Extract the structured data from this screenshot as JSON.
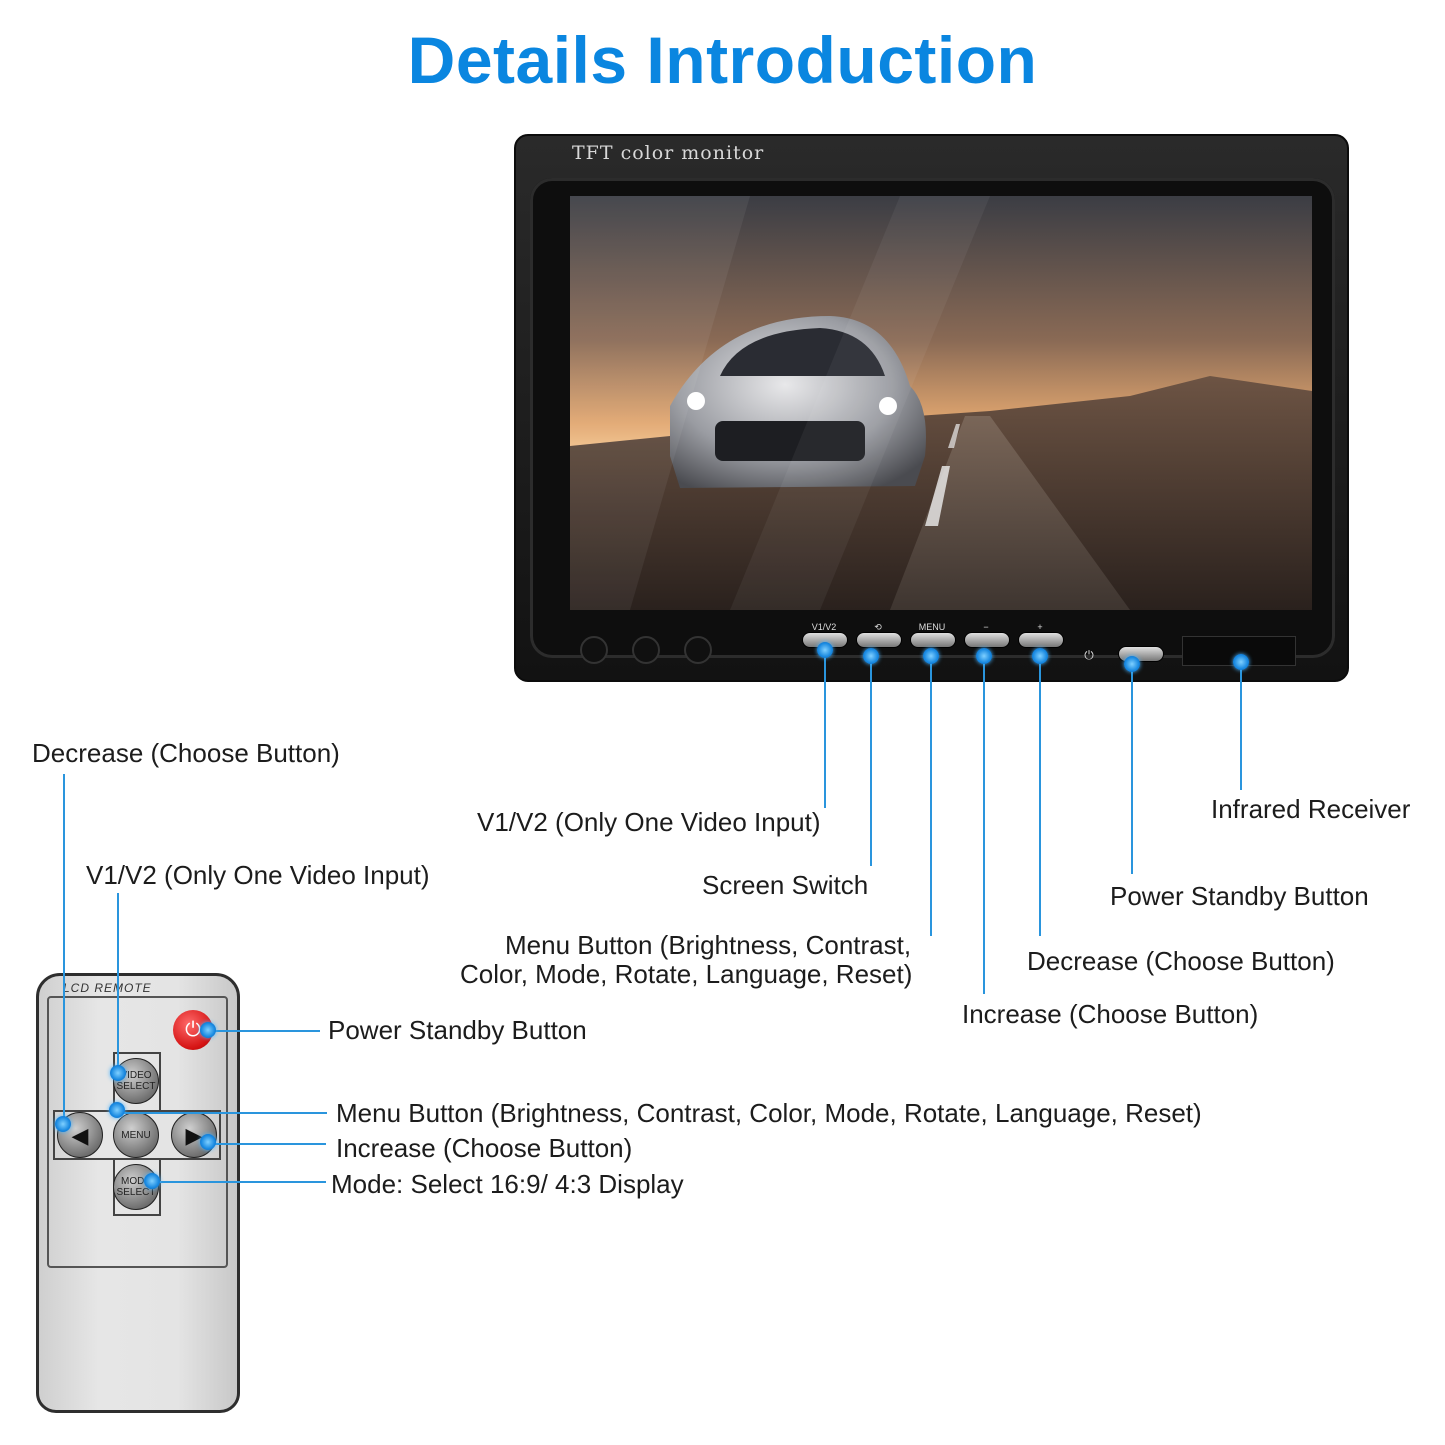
{
  "title": "Details Introduction",
  "monitor": {
    "brand_label": "TFT color monitor",
    "buttons": [
      "V1/V2",
      "",
      "MENU",
      "−",
      "+"
    ],
    "power_symbol": "⏻"
  },
  "monitor_callouts": {
    "v1v2": "V1/V2 (Only One Video Input)",
    "screen_switch": "Screen Switch",
    "menu_line1": "Menu Button (Brightness, Contrast,",
    "menu_line2": "Color, Mode, Rotate, Language, Reset)",
    "increase": "Increase (Choose Button)",
    "decrease": "Decrease (Choose Button)",
    "power": "Power Standby Button",
    "infrared": "Infrared Receiver"
  },
  "remote": {
    "label": "LCD REMOTE",
    "power_symbol": "⏻",
    "video_select": "VIDEO SELECT",
    "menu": "MENU",
    "mode_select": "MODE SELECT",
    "left_arrow": "◀",
    "right_arrow": "▶"
  },
  "remote_callouts": {
    "decrease": "Decrease (Choose Button)",
    "v1v2": "V1/V2 (Only One Video Input)",
    "power": "Power Standby Button",
    "menu": "Menu Button (Brightness, Contrast, Color, Mode, Rotate, Language, Reset)",
    "increase": "Increase (Choose Button)",
    "mode": "Mode: Select 16:9/ 4:3 Display"
  },
  "colors": {
    "accent": "#0a86e0",
    "callout_line": "#2a95dd",
    "power_red": "#d41212"
  }
}
